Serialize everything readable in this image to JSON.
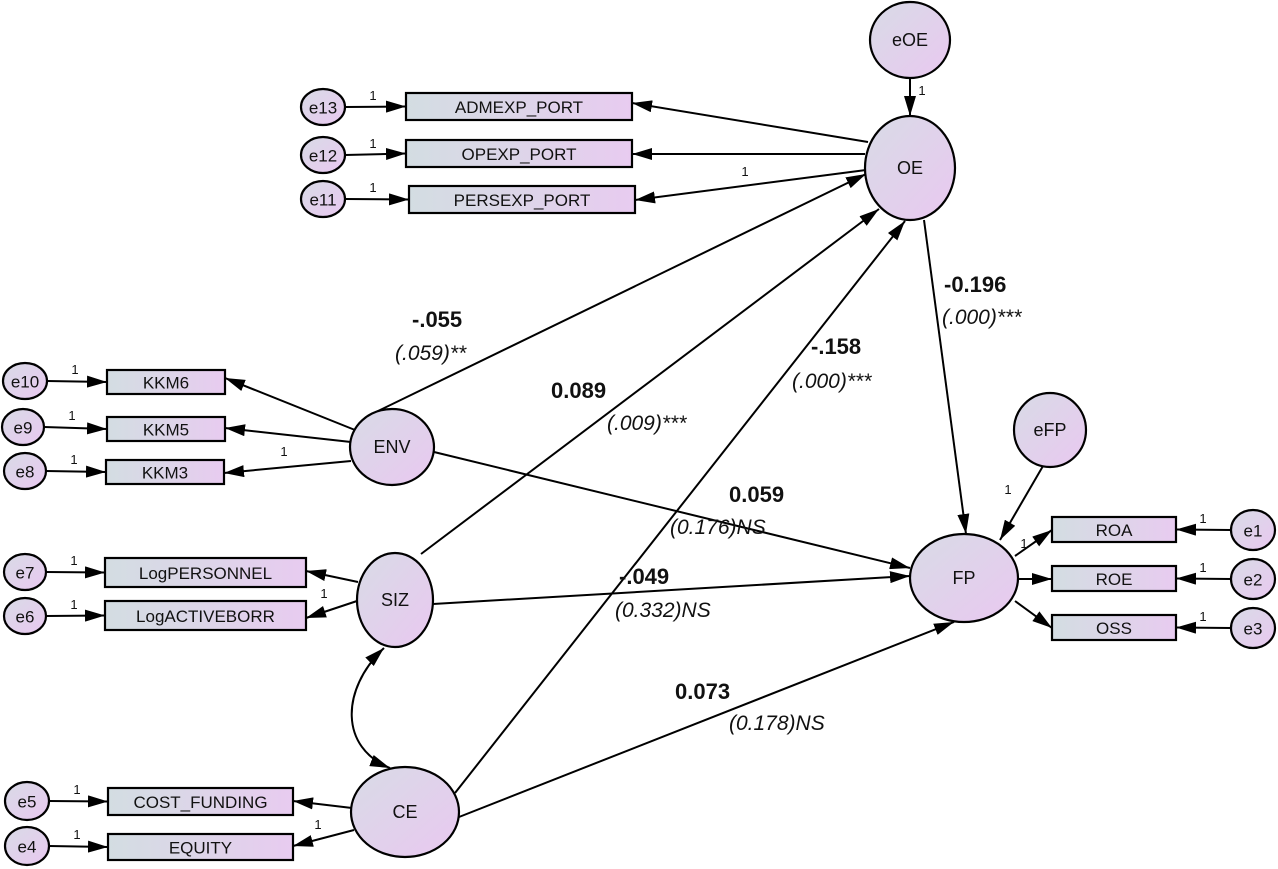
{
  "title": "Structural equation model path diagram",
  "colors": {
    "ellipse_fill_start": "#d8dbe6",
    "ellipse_fill_end": "#e6c9ef",
    "box_fill_start": "#d5dde3",
    "box_fill_end": "#e6cdef",
    "stroke": "#000000",
    "background": "#ffffff"
  },
  "latents": [
    {
      "id": "OE",
      "label": "OE"
    },
    {
      "id": "ENV",
      "label": "ENV"
    },
    {
      "id": "SIZ",
      "label": "SIZ"
    },
    {
      "id": "CE",
      "label": "CE"
    },
    {
      "id": "FP",
      "label": "FP"
    }
  ],
  "disturbances": [
    {
      "id": "eOE",
      "label": "eOE",
      "target": "OE",
      "weight": "1"
    },
    {
      "id": "eFP",
      "label": "eFP",
      "target": "FP",
      "weight": "1"
    }
  ],
  "indicators": [
    {
      "id": "ADMEXP_PORT",
      "label": "ADMEXP_PORT",
      "latent": "OE",
      "error": "e13",
      "loading": ""
    },
    {
      "id": "OPEXP_PORT",
      "label": "OPEXP_PORT",
      "latent": "OE",
      "error": "e12",
      "loading": ""
    },
    {
      "id": "PERSEXP_PORT",
      "label": "PERSEXP_PORT",
      "latent": "OE",
      "error": "e11",
      "loading": "1"
    },
    {
      "id": "KKM6",
      "label": "KKM6",
      "latent": "ENV",
      "error": "e10",
      "loading": ""
    },
    {
      "id": "KKM5",
      "label": "KKM5",
      "latent": "ENV",
      "error": "e9",
      "loading": ""
    },
    {
      "id": "KKM3",
      "label": "KKM3",
      "latent": "ENV",
      "error": "e8",
      "loading": "1"
    },
    {
      "id": "LogPERSONNEL",
      "label": "LogPERSONNEL",
      "latent": "SIZ",
      "error": "e7",
      "loading": ""
    },
    {
      "id": "LogACTIVEBORR",
      "label": "LogACTIVEBORR",
      "latent": "SIZ",
      "error": "e6",
      "loading": "1"
    },
    {
      "id": "COST_FUNDING",
      "label": "COST_FUNDING",
      "latent": "CE",
      "error": "e5",
      "loading": ""
    },
    {
      "id": "EQUITY",
      "label": "EQUITY",
      "latent": "CE",
      "error": "e4",
      "loading": "1"
    },
    {
      "id": "ROA",
      "label": "ROA",
      "latent": "FP",
      "error": "e1",
      "loading": "1"
    },
    {
      "id": "ROE",
      "label": "ROE",
      "latent": "FP",
      "error": "e2",
      "loading": ""
    },
    {
      "id": "OSS",
      "label": "OSS",
      "latent": "FP",
      "error": "e3",
      "loading": ""
    }
  ],
  "error_weight_label": "1",
  "paths": [
    {
      "from": "ENV",
      "to": "OE",
      "coefficient": "-.055",
      "p_value": "(.059)**"
    },
    {
      "from": "SIZ",
      "to": "OE",
      "coefficient": "0.089",
      "p_value": "(.009)***"
    },
    {
      "from": "CE",
      "to": "OE",
      "coefficient": "-.158",
      "p_value": "(.000)***"
    },
    {
      "from": "OE",
      "to": "FP",
      "coefficient": "-0.196",
      "p_value": "(.000)***"
    },
    {
      "from": "ENV",
      "to": "FP",
      "coefficient": "0.059",
      "p_value": "(0.176)NS"
    },
    {
      "from": "SIZ",
      "to": "FP",
      "coefficient": "-.049",
      "p_value": "(0.332)NS"
    },
    {
      "from": "CE",
      "to": "FP",
      "coefficient": "0.073",
      "p_value": "(0.178)NS"
    }
  ],
  "covariances": [
    {
      "a": "SIZ",
      "b": "CE"
    }
  ]
}
